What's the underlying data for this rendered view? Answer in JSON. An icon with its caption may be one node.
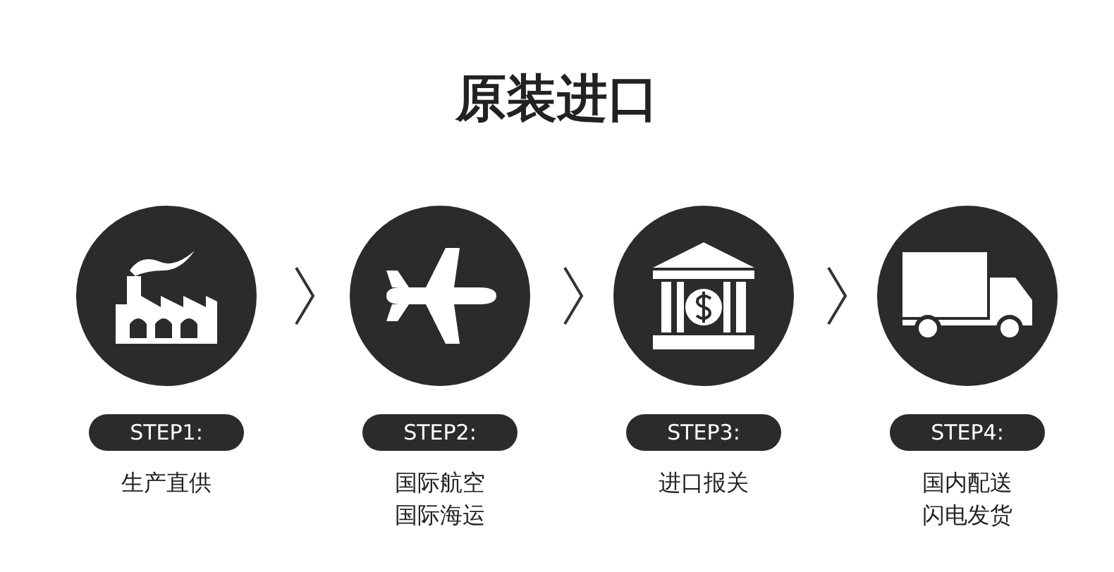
{
  "diagram": {
    "title": "原装进口",
    "nodes": [
      {
        "text": [],
        "shape": "picture"
      },
      {
        "text": [],
        "shape": "picture"
      },
      {
        "text": [],
        "shape": "picture"
      },
      {
        "text": [],
        "shape": "picture"
      },
      {
        "text": [
          "STEP1:"
        ],
        "beside": [
          "生产直供"
        ]
      },
      {
        "text": [
          "STEP2:"
        ],
        "beside": [
          "国际航空",
          "国际海运"
        ]
      },
      {
        "text": [
          "STEP3:"
        ],
        "beside": [
          "进口报关"
        ]
      },
      {
        "text": [
          "STEP4:"
        ],
        "beside": [
          "国内配送",
          "闪电发货"
        ]
      }
    ],
    "edges": [
      {
        "from": 0,
        "to": 1,
        "arrow": "to"
      },
      {
        "from": 1,
        "to": 2,
        "arrow": "to"
      },
      {
        "from": 2,
        "to": 3,
        "arrow": "to"
      }
    ]
  }
}
